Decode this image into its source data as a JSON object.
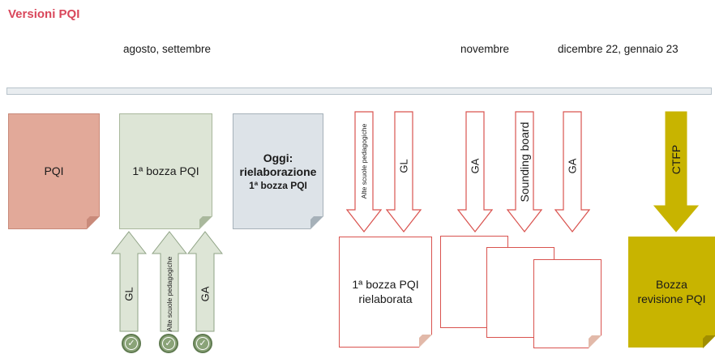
{
  "header": {
    "title": "Versioni PQI"
  },
  "timeline": {
    "periods": [
      "agosto, settembre",
      "novembre",
      "dicembre 22, gennaio 23"
    ]
  },
  "docs": {
    "pqi": "PQI",
    "bozza1": "1ª bozza PQI",
    "oggi_line1": "Oggi:",
    "oggi_line2": "rielaborazione",
    "oggi_line3": "1ª bozza PQI",
    "rielaborata_line1": "1ª bozza PQI",
    "rielaborata_line2": "rielaborata",
    "revisione_line1": "Bozza",
    "revisione_line2": "revisione PQI"
  },
  "inputs_up": [
    "GL",
    "Alte scuole pedagogiche",
    "GA"
  ],
  "inputs_nov_first": [
    "Alte scuole pedagogiche",
    "GL"
  ],
  "inputs_nov_second": [
    "GA",
    "Sounding board",
    "GA"
  ],
  "input_final": "CTFP",
  "colors": {
    "title": "#d9475b",
    "pqi": "#e2a999",
    "bozza": "#dde5d6",
    "oggi": "#dde3e8",
    "arrow_outline": "#d9534f",
    "final": "#c8b400"
  }
}
